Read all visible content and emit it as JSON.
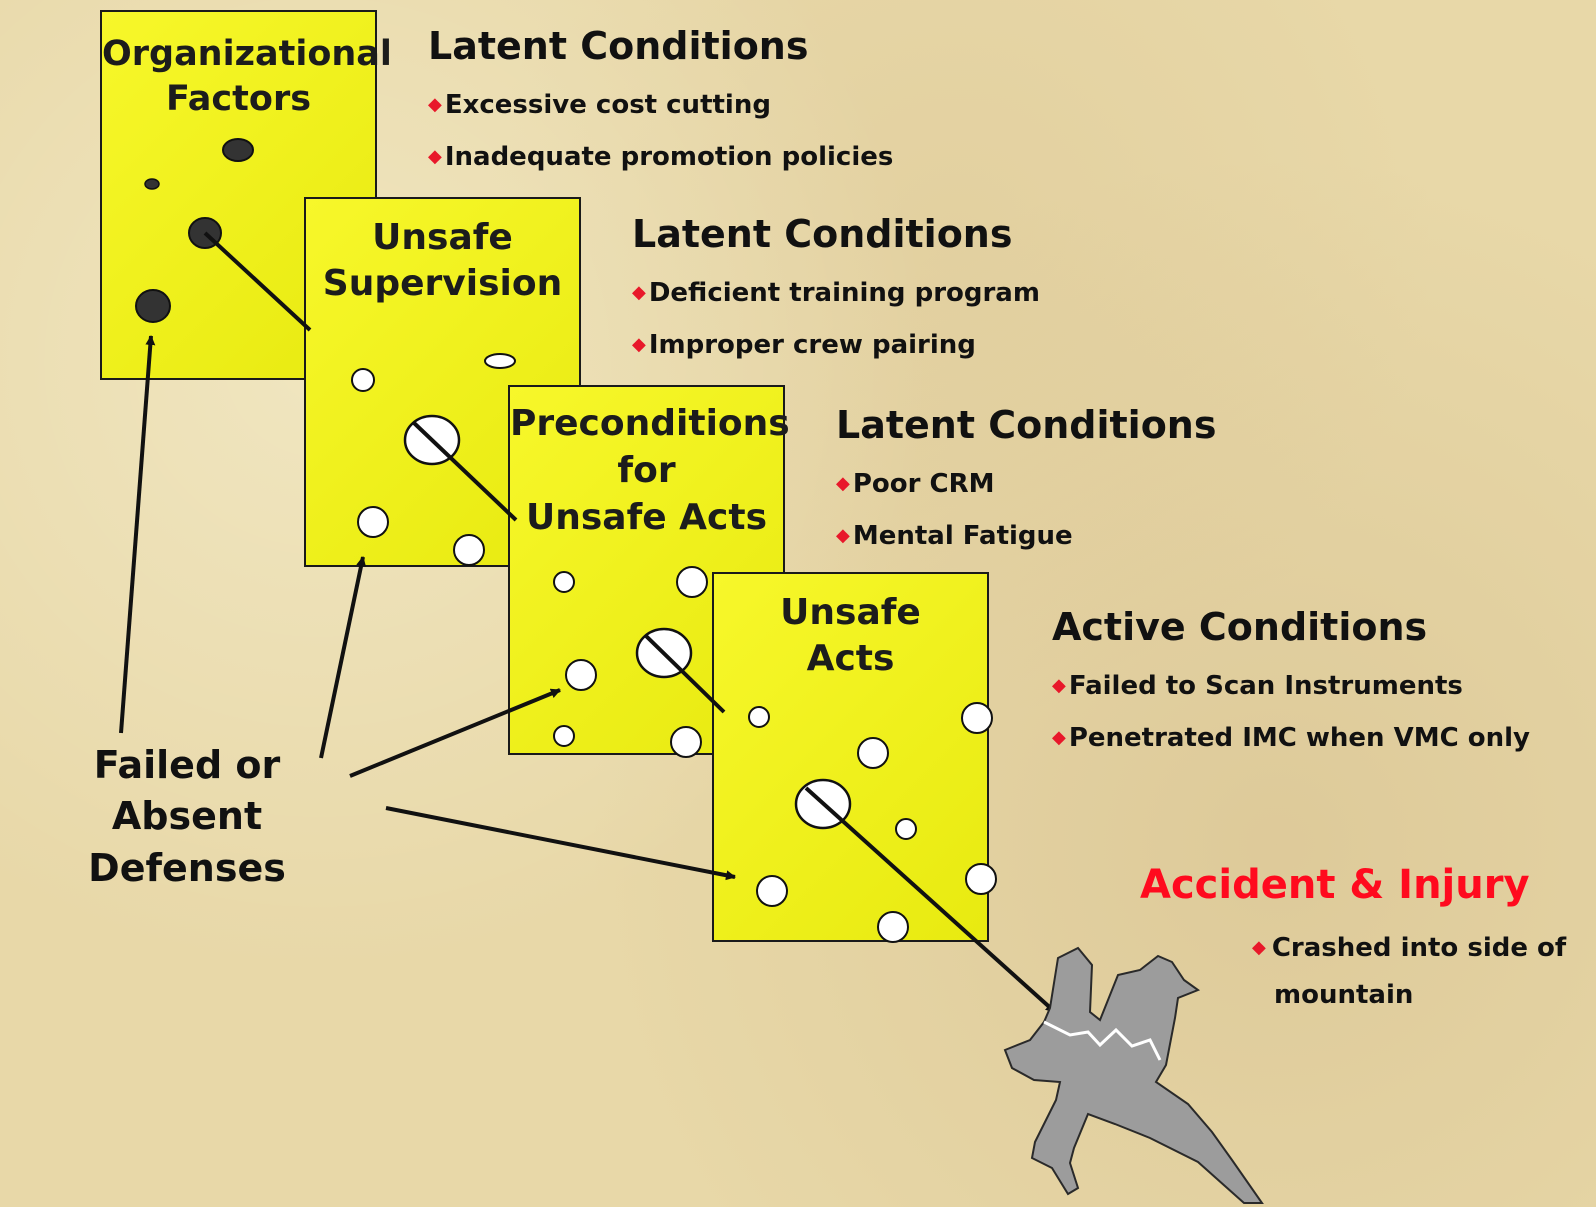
{
  "slices": [
    {
      "title": "Organizational\nFactors"
    },
    {
      "title": "Unsafe\nSupervision"
    },
    {
      "title": "Preconditions\nfor\nUnsafe Acts"
    },
    {
      "title": "Unsafe\nActs"
    }
  ],
  "sections": [
    {
      "heading": "Latent Conditions",
      "items": [
        "Excessive cost cutting",
        "Inadequate promotion policies"
      ]
    },
    {
      "heading": "Latent Conditions",
      "items": [
        "Deficient training program",
        "Improper crew pairing"
      ]
    },
    {
      "heading": "Latent Conditions",
      "items": [
        "Poor CRM",
        "Mental Fatigue"
      ]
    },
    {
      "heading": "Active Conditions",
      "items": [
        "Failed to Scan Instruments",
        "Penetrated IMC when VMC only"
      ]
    }
  ],
  "defenses": {
    "label": "Failed or\nAbsent Defenses"
  },
  "accident": {
    "heading": "Accident & Injury",
    "line1": "Crashed into side of",
    "line2": "mountain"
  },
  "colors": {
    "slice": "#f2f220",
    "accident": "#ff0a1e",
    "bullet": "#e8182a",
    "plane": "#9a9a9a"
  },
  "icons": {
    "bullet": "diamond",
    "accident": "crashed-airplane"
  }
}
